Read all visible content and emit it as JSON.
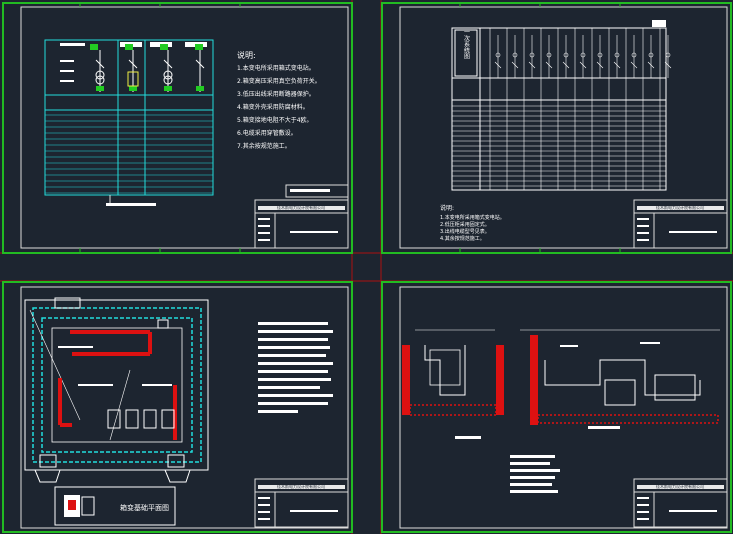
{
  "colors": {
    "background": "#1d2530",
    "frame": "#22bb22",
    "inner_frame": "#dddddd",
    "cyan": "#22dddd",
    "red": "#dd1111",
    "white": "#ffffff",
    "yellow": "#eeee44",
    "guide": "#aa1111"
  },
  "sheets": [
    {
      "id": "sheet-1",
      "title_block_caption": "佳木斯电力设计院有限公司",
      "notes_header": "说明:",
      "notes": [
        "1.本变电所采用箱式变电站。",
        "2.箱变高压采用真空负荷开关。",
        "3.低压出线采用断路器保护。",
        "4.箱变外壳采用防腐材料。",
        "5.箱变接地电阻不大于4欧。",
        "6.电缆采用穿管敷设。",
        "7.其余按规范施工。"
      ]
    },
    {
      "id": "sheet-2",
      "title_block_caption": "佳木斯电力设计院有限公司",
      "side_title": "一次系统图",
      "notes_header": "说明:",
      "notes": [
        "1.本变电所采用箱式变电站。",
        "2.低压柜采用固定式。",
        "3.出线电缆型号见表。",
        "4.其余按规范施工。"
      ]
    },
    {
      "id": "sheet-3",
      "title_block_caption": "佳木斯电力设计院有限公司",
      "inset_caption": "箱变基础平面图"
    },
    {
      "id": "sheet-4",
      "title_block_caption": "佳木斯电力设计院有限公司"
    }
  ]
}
